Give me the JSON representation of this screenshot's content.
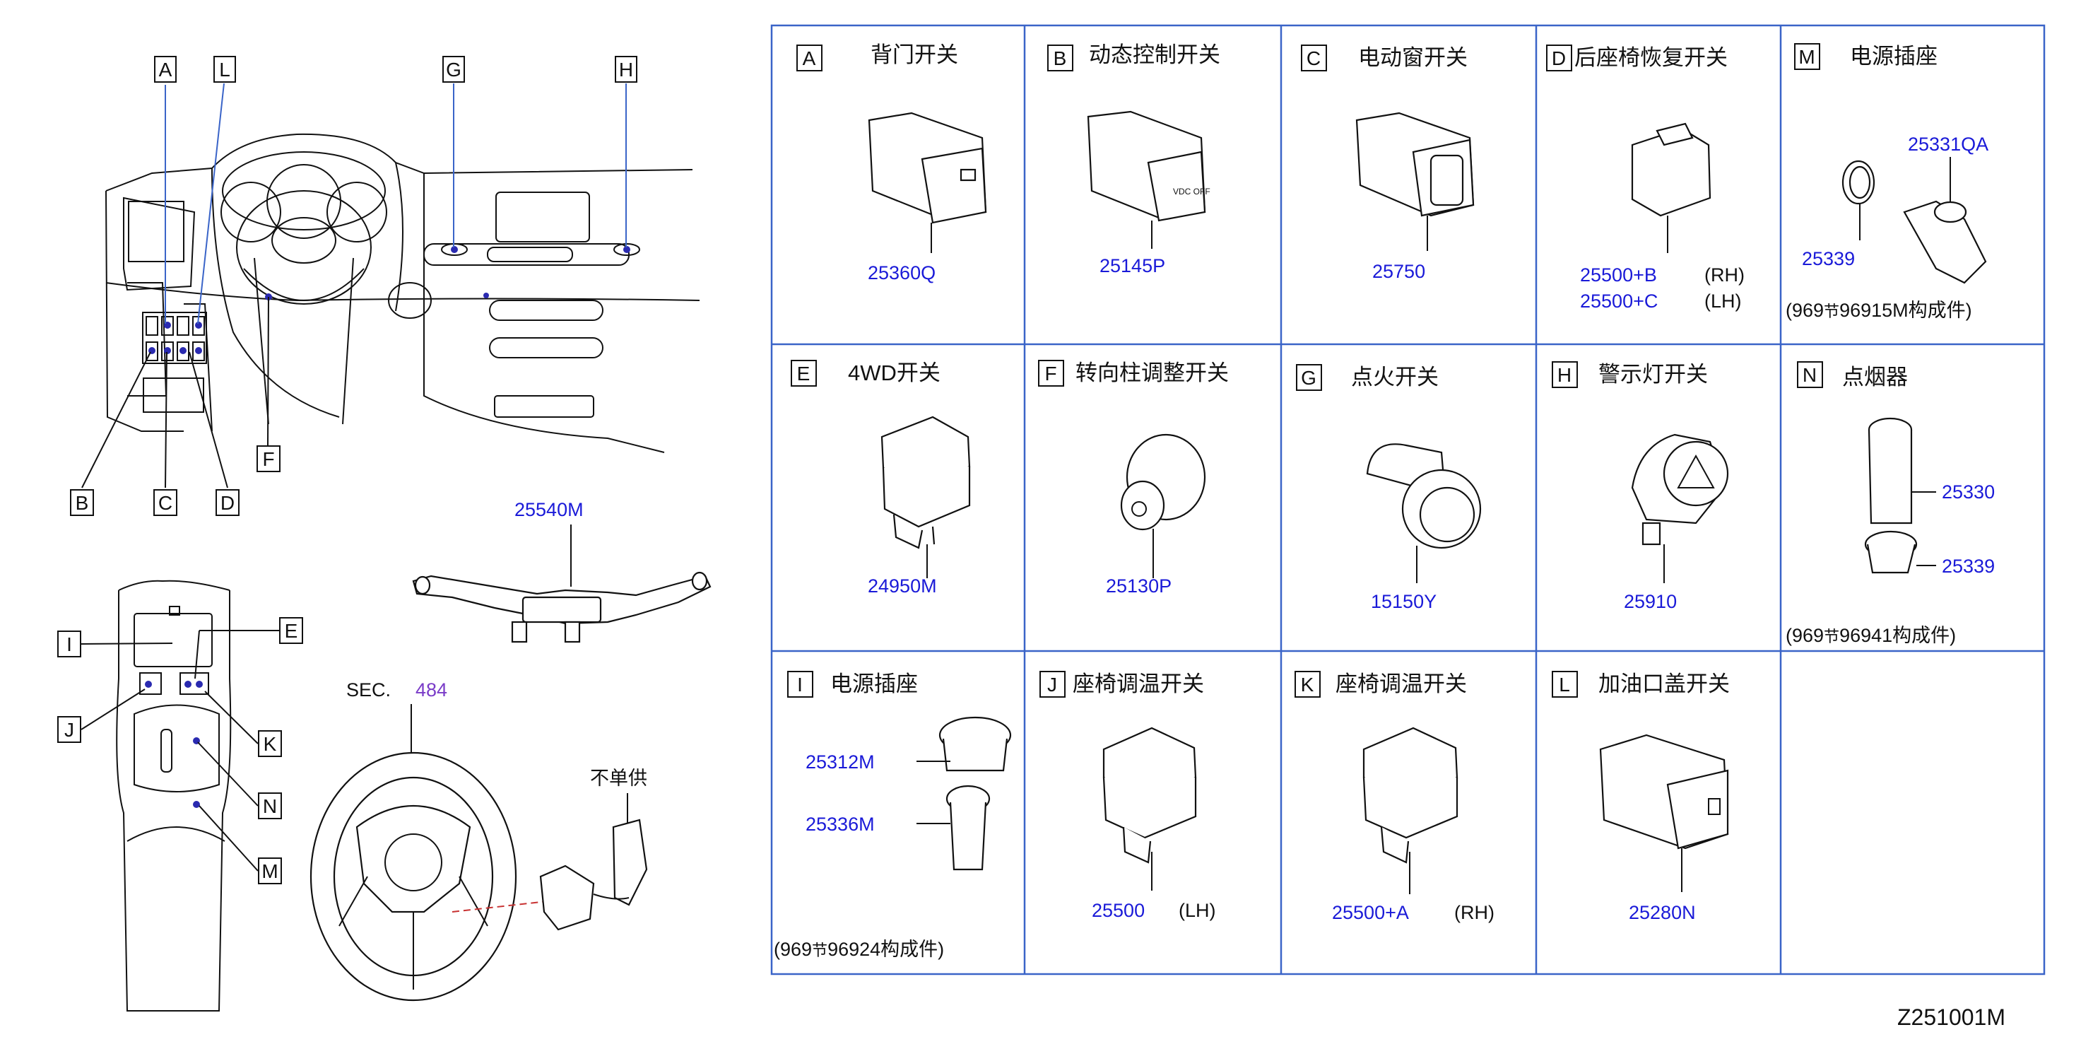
{
  "diagram_code": "Z251001M",
  "sec_label": "SEC.",
  "sec_number": "484",
  "not_supplied_note": "不单供",
  "overview_callouts": {
    "A": "A",
    "L": "L",
    "G": "G",
    "H": "H",
    "B": "B",
    "C": "C",
    "D": "D",
    "F": "F",
    "I": "I",
    "E": "E",
    "J": "J",
    "K": "K",
    "N": "N",
    "M": "M"
  },
  "combo_switch_part": "25540M",
  "cells": {
    "A": {
      "letter": "A",
      "title": "背门开关",
      "parts": [
        "25360Q"
      ]
    },
    "B": {
      "letter": "B",
      "title": "动态控制开关",
      "parts": [
        "25145P"
      ]
    },
    "C": {
      "letter": "C",
      "title": "电动窗开关",
      "parts": [
        "25750"
      ]
    },
    "D": {
      "letter": "D",
      "title": "后座椅恢复开关",
      "parts": [
        "25500+B",
        "25500+C"
      ],
      "sides": [
        "(RH)",
        "(LH)"
      ]
    },
    "M": {
      "letter": "M",
      "title": "电源插座",
      "parts": [
        "25331QA",
        "25339"
      ],
      "note_prefix": "(969",
      "note_char": "节",
      "note_suffix": "96915M构成件)"
    },
    "E": {
      "letter": "E",
      "title": "4WD开关",
      "parts": [
        "24950M"
      ]
    },
    "F": {
      "letter": "F",
      "title": "转向柱调整开关",
      "parts": [
        "25130P"
      ]
    },
    "G": {
      "letter": "G",
      "title": "点火开关",
      "parts": [
        "15150Y"
      ]
    },
    "H": {
      "letter": "H",
      "title": "警示灯开关",
      "parts": [
        "25910"
      ]
    },
    "N": {
      "letter": "N",
      "title": "点烟器",
      "parts": [
        "25330",
        "25339"
      ],
      "note_prefix": "(969",
      "note_char": "节",
      "note_suffix": "96941构成件)"
    },
    "I": {
      "letter": "I",
      "title": "电源插座",
      "parts": [
        "25312M",
        "25336M"
      ],
      "note_prefix": "(969",
      "note_char": "节",
      "note_suffix": "96924构成件)"
    },
    "J": {
      "letter": "J",
      "title": "座椅调温开关",
      "parts": [
        "25500"
      ],
      "sides": [
        "(LH)"
      ]
    },
    "K": {
      "letter": "K",
      "title": "座椅调温开关",
      "parts": [
        "25500+A"
      ],
      "sides": [
        "(RH)"
      ]
    },
    "L": {
      "letter": "L",
      "title": "加油口盖开关",
      "parts": [
        "25280N"
      ]
    }
  }
}
